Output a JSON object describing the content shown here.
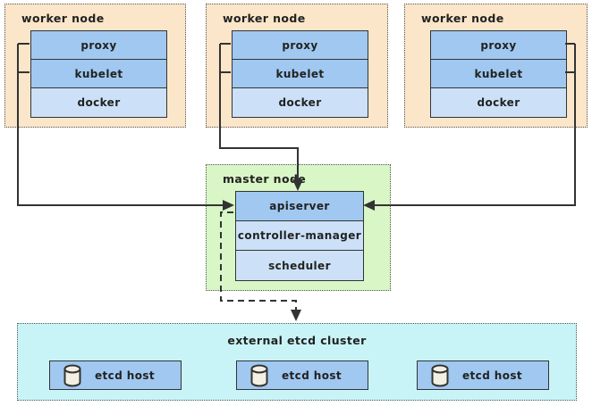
{
  "nodes": {
    "workers": [
      {
        "title": "worker node",
        "components": [
          "proxy",
          "kubelet",
          "docker"
        ]
      },
      {
        "title": "worker node",
        "components": [
          "proxy",
          "kubelet",
          "docker"
        ]
      },
      {
        "title": "worker node",
        "components": [
          "proxy",
          "kubelet",
          "docker"
        ]
      }
    ],
    "master": {
      "title": "master node",
      "components": [
        "apiserver",
        "controller-manager",
        "scheduler"
      ]
    },
    "etcd": {
      "title": "external etcd cluster",
      "hosts": [
        "etcd host",
        "etcd host",
        "etcd host"
      ]
    }
  },
  "icons": {
    "etcd_host": "database-cylinder-icon"
  },
  "edges": [
    {
      "from": "worker node 1 proxy/kubelet",
      "to": "apiserver",
      "style": "solid-arrow"
    },
    {
      "from": "worker node 2 proxy/kubelet",
      "to": "apiserver",
      "style": "solid-arrow"
    },
    {
      "from": "worker node 3 proxy/kubelet",
      "to": "apiserver",
      "style": "solid-arrow"
    },
    {
      "from": "apiserver",
      "to": "external etcd cluster",
      "style": "dashed-arrow"
    }
  ],
  "colors": {
    "worker_background": "#fbe6c9",
    "master_background": "#d8f6c6",
    "etcd_background": "#c9f4f7",
    "component_blue": "#a0c8f0",
    "component_light_blue": "#cce1f8",
    "border_and_lines": "#333333",
    "text": "#222222"
  }
}
